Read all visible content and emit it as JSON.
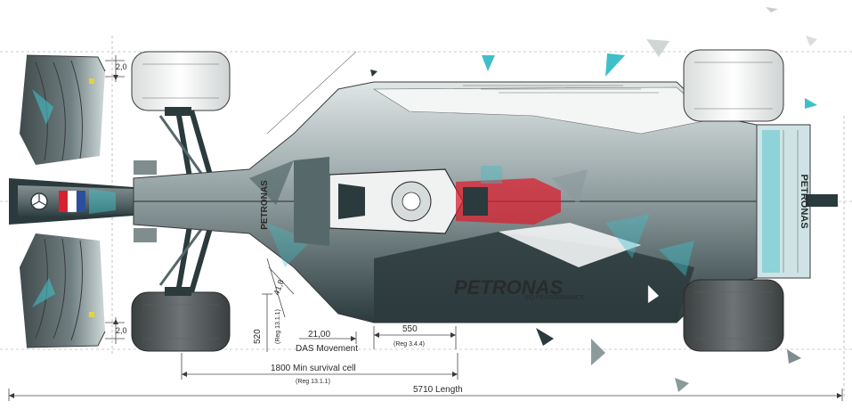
{
  "dimensions": {
    "wing_clearance_top": "2,0",
    "wing_clearance_bottom": "2,0",
    "angle": "41,8",
    "height": "520",
    "height_reg": "(Reg 13.1.1)",
    "das_value": "21,00",
    "das_label": "DAS Movement",
    "width_550": "550",
    "width_550_reg": "(Reg 3.4.4)",
    "survival_cell": "1800  Min survival cell",
    "survival_cell_reg": "(Reg 13.1.1)",
    "length": "5710 Length"
  },
  "livery": {
    "sponsor_text": "PETRONAS",
    "performance_text": "EQ PERFORMANCE",
    "sidepod_text": "PETRONAS",
    "colors": {
      "body_dark": "#2b3a3c",
      "teal": "#3fbfc8",
      "red": "#d8202f",
      "tire": "#454a4b",
      "white": "#ffffff"
    }
  }
}
